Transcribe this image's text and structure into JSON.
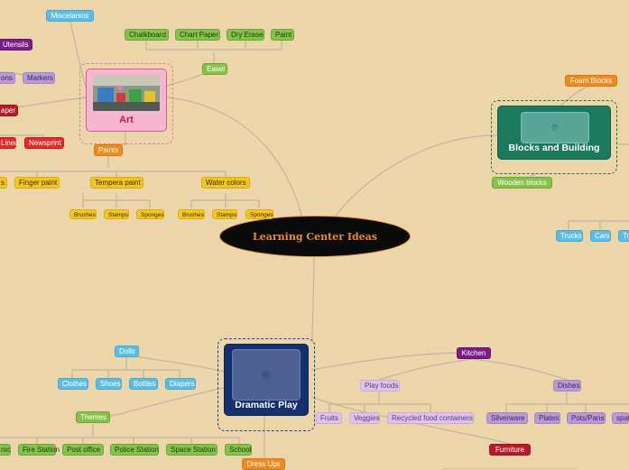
{
  "center": {
    "label": "Learning Center Ideas"
  },
  "art": {
    "label": "Art",
    "miscelanios": "Miscelanios",
    "utensils": "Utensils",
    "utensil_items": [
      "ons",
      "Markers"
    ],
    "paper": "aper",
    "paper_items": [
      "Lined",
      "Newsprint"
    ],
    "easel": "Easel",
    "easel_items": [
      "Chalkboard",
      "Chart Paper",
      "Dry Erase",
      "Paint"
    ],
    "paints": "Paints",
    "paint_types": [
      "s",
      "Finger paint",
      "Tempera paint",
      "Water colors"
    ],
    "tempera_tools": [
      "Brushes",
      "Stamps",
      "Sponges"
    ],
    "water_tools": [
      "Brushes",
      "Stamps",
      "Sponges"
    ]
  },
  "blocks": {
    "label": "Blocks and Building",
    "foam": "Foam Blocks",
    "wooden": "Wooden blocks",
    "vehicles": [
      "Trucks",
      "Cars",
      "Tru"
    ]
  },
  "dramatic": {
    "label": "Dramatic Play",
    "dolls": "Dolls",
    "doll_items": [
      "Clothes",
      "Shoes",
      "Bottles",
      "Diapers"
    ],
    "themes": "Themes",
    "theme_items": [
      "nic",
      "Fire Station",
      "Post office",
      "Police Station",
      "Space Station",
      "School"
    ],
    "dress_ups": "Dress Ups",
    "kitchen": "Kitchen",
    "play_foods": "Play foods",
    "food_items": [
      "Fruits",
      "Veggies",
      "Recycled food containers"
    ],
    "dishes": "Dishes",
    "dish_items": [
      "Silverware",
      "Plates",
      "Pots/Pans",
      "spat"
    ],
    "furniture": "Furniture"
  },
  "colors": {
    "background": "#ecd5a8",
    "center_fill": "#0a0a0a",
    "center_text": "#f08a24",
    "art_frame": "#f4a9c8",
    "blocks_frame": "#1a7a5e",
    "dramatic_frame": "#15306e"
  },
  "icons": {
    "photo_placeholder": "camera-icon"
  }
}
